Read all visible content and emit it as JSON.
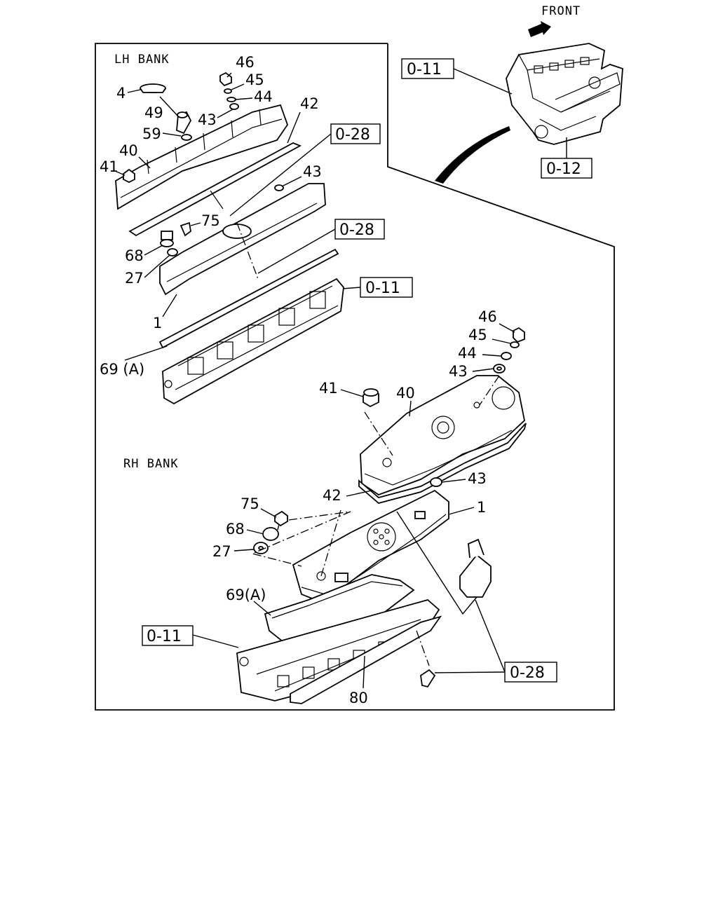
{
  "front": "FRONT",
  "banks": {
    "lh": "LH BANK",
    "rh": "RH BANK"
  },
  "refs": {
    "lh_cover_gasket": "0-28",
    "lh_cover": "0-28",
    "lh_head": "0-11",
    "engine_head": "0-11",
    "engine_block": "0-12",
    "rh_head": "0-11",
    "rh_fasteners": "0-28"
  },
  "lh_labels": {
    "p4": "4",
    "p49": "49",
    "p59": "59",
    "p40": "40",
    "p41": "41",
    "p46": "46",
    "p45": "45",
    "p44": "44",
    "p43a": "43",
    "p42": "42",
    "p43b": "43",
    "p75": "75",
    "p68": "68",
    "p27": "27",
    "p1": "1",
    "p69": "69 (A)"
  },
  "rh_labels": {
    "p46": "46",
    "p45": "45",
    "p44": "44",
    "p43a": "43",
    "p41": "41",
    "p40": "40",
    "p43b": "43",
    "p42": "42",
    "p1": "1",
    "p75": "75",
    "p68": "68",
    "p27": "27",
    "p69": "69(A)",
    "p80": "80"
  }
}
